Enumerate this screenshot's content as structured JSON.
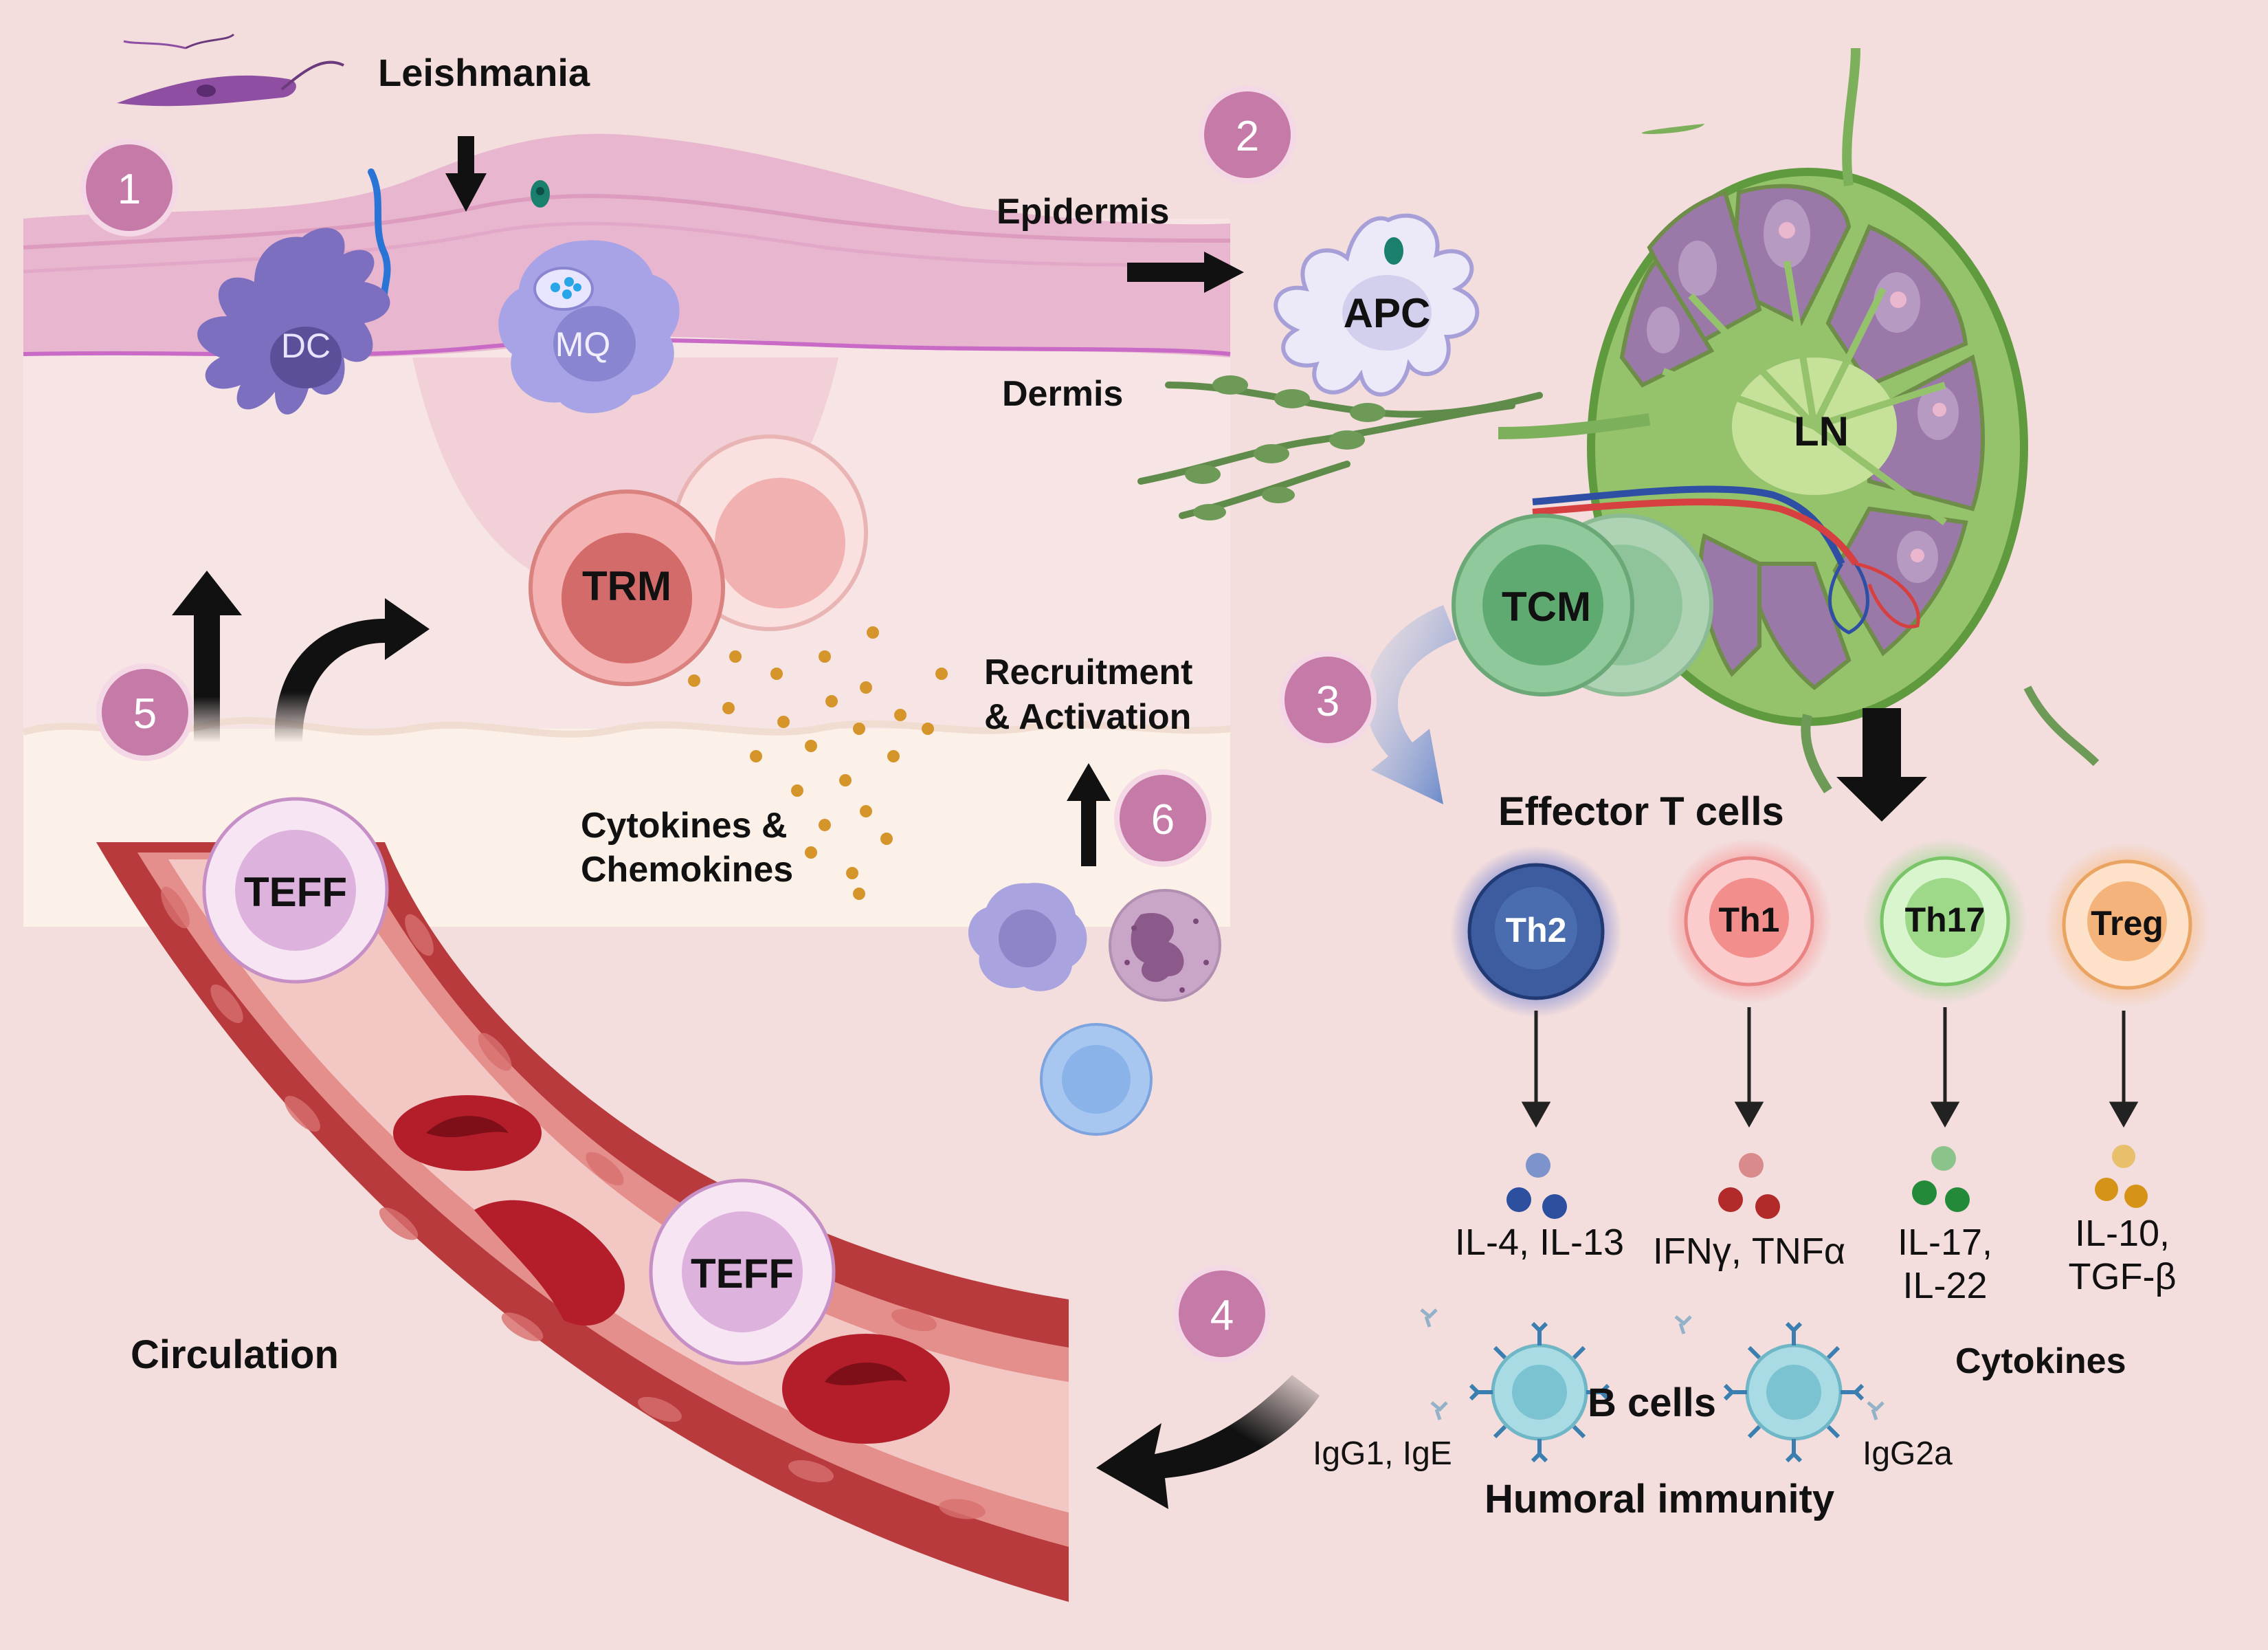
{
  "title": "",
  "steps": [
    "1",
    "2",
    "3",
    "4",
    "5",
    "6"
  ],
  "labels": {
    "leishmania": "Leishmania",
    "epidermis": "Epidermis",
    "dermis": "Dermis",
    "apc": "APC",
    "ln": "LN",
    "tcm": "TCM",
    "dc": "DC",
    "mq": "MQ",
    "trm": "TRM",
    "cytokines_chemokines_1": "Cytokines &",
    "cytokines_chemokines_2": "Chemokines",
    "recruitment_1": "Recruitment",
    "recruitment_2": "& Activation",
    "teff": "TEFF",
    "circulation": "Circulation",
    "effector_t_cells": "Effector T cells",
    "cytokines": "Cytokines",
    "b_cells": "B cells",
    "humoral_immunity": "Humoral immunity",
    "igg1_ige": "IgG1, IgE",
    "igg2a": "IgG2a"
  },
  "t_subsets": [
    {
      "name": "Th2",
      "cyt_line1": "IL-4, IL-13",
      "cyt_line2": ""
    },
    {
      "name": "Th1",
      "cyt_line1": "IFNγ, TNFα",
      "cyt_line2": ""
    },
    {
      "name": "Th17",
      "cyt_line1": "IL-17,",
      "cyt_line2": "IL-22"
    },
    {
      "name": "Treg",
      "cyt_line1": "IL-10,",
      "cyt_line2": "TGF-β"
    }
  ],
  "colors": {
    "background": "#f3dedd",
    "skin_panel": "#f7e3e3",
    "epidermis": "#e4a9c8",
    "step_circle": "#c57aa7",
    "vessel": "#b53a3c",
    "th2": "#3f5fa0",
    "th1": "#ef8a88",
    "th17": "#8fd97a",
    "treg": "#f2b07a",
    "lymph_node": "#7db05a"
  }
}
